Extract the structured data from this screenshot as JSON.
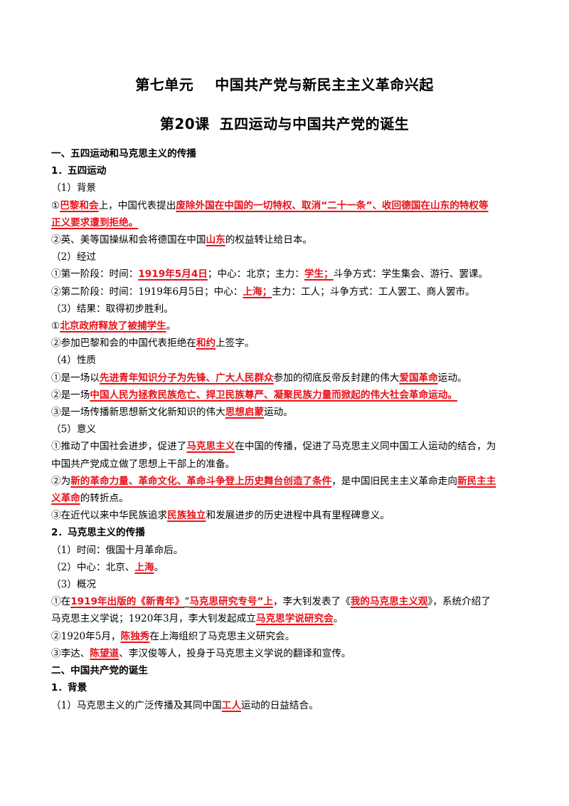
{
  "title": {
    "unit": "第七单元",
    "unit_name": "中国共产党与新民主主义革命兴起",
    "lesson": "第20课",
    "lesson_name": "五四运动与中国共产党的诞生"
  },
  "lines": [
    [
      {
        "t": "一、五四运动和马克思主义的传播",
        "s": "b"
      }
    ],
    [
      {
        "t": "1．五四运动",
        "s": "b"
      }
    ],
    [
      {
        "t": "（1）背景"
      }
    ],
    [
      {
        "t": "①"
      },
      {
        "t": "巴黎和会",
        "s": "k"
      },
      {
        "t": "上，中国代表提出"
      },
      {
        "t": "废除外国在中国的一切特权、取消“二十一条”、收回德国在山东的特权等",
        "s": "k"
      }
    ],
    [
      {
        "t": "正义要求遭到拒绝。",
        "s": "k"
      }
    ],
    [
      {
        "t": "②英、美等国操纵和会将德国在中国"
      },
      {
        "t": "山东",
        "s": "k"
      },
      {
        "t": "的权益转让给日本。"
      }
    ],
    [
      {
        "t": "（2）经过"
      }
    ],
    [
      {
        "t": "①第一阶段：时间："
      },
      {
        "t": "1919年5月4日",
        "s": "k"
      },
      {
        "t": "；中心：北京；主力："
      },
      {
        "t": "学生；",
        "s": "k"
      },
      {
        "t": "斗争方式：学生集会、游行、罢课。"
      }
    ],
    [
      {
        "t": "②第二阶段：时间：1919年6月5日；中心："
      },
      {
        "t": "上海；",
        "s": "k"
      },
      {
        "t": "主力：工人；斗争方式：工人罢工、商人罢市。"
      }
    ],
    [
      {
        "t": "（3）结果：取得初步胜利。"
      }
    ],
    [
      {
        "t": "①"
      },
      {
        "t": "北京政府释放了被捕学生",
        "s": "k"
      },
      {
        "t": "。"
      }
    ],
    [
      {
        "t": "②参加巴黎和会的中国代表拒绝在"
      },
      {
        "t": "和约",
        "s": "k"
      },
      {
        "t": "上签字。"
      }
    ],
    [
      {
        "t": "（4）性质"
      }
    ],
    [
      {
        "t": "①是一场以"
      },
      {
        "t": "先进青年知识分子为先锋、广大人民群众",
        "s": "k"
      },
      {
        "t": "参加的彻底反帝反封建的伟大"
      },
      {
        "t": "爱国革命",
        "s": "k"
      },
      {
        "t": "运动。"
      }
    ],
    [
      {
        "t": "②是一场"
      },
      {
        "t": "中国人民为拯救民族危亡、捍卫民族尊严、凝聚民族力量而掀起的伟大社会革命运动。",
        "s": "k"
      }
    ],
    [
      {
        "t": "③是一场传播新思想新文化新知识的伟大"
      },
      {
        "t": "思想启蒙",
        "s": "k"
      },
      {
        "t": "运动。"
      }
    ],
    [
      {
        "t": "（5）意义"
      }
    ],
    [
      {
        "t": "①推动了中国社会进步，促进了"
      },
      {
        "t": "马克思主义",
        "s": "k"
      },
      {
        "t": "在中国的传播，促进了马克思主义同中国工人运动的结合，为"
      }
    ],
    [
      {
        "t": "中国共产党成立做了思想上干部上的准备。"
      }
    ],
    [
      {
        "t": "②为"
      },
      {
        "t": "新的革命力量、革命文化、革命斗争登上历史舞台创造了条件",
        "s": "k"
      },
      {
        "t": "，是中国旧民主主义革命走向"
      },
      {
        "t": "新民主主",
        "s": "k"
      }
    ],
    [
      {
        "t": "义革命",
        "s": "k"
      },
      {
        "t": "的转折点。"
      }
    ],
    [
      {
        "t": "③在近代以来中华民族追求"
      },
      {
        "t": "民族独立",
        "s": "k"
      },
      {
        "t": "和发展进步的历史进程中具有里程碑意义。"
      }
    ],
    [
      {
        "t": "2．马克思主义的传播",
        "s": "b"
      }
    ],
    [
      {
        "t": "（1）时间：俄国十月革命后。"
      }
    ],
    [
      {
        "t": "（2）中心：北京、"
      },
      {
        "t": "上海",
        "s": "k"
      },
      {
        "t": "。"
      }
    ],
    [
      {
        "t": "（3）概况"
      }
    ],
    [
      {
        "t": "①在"
      },
      {
        "t": "1919年出版的《新青年》",
        "s": "k"
      },
      {
        "t": "“",
        "s": "u"
      },
      {
        "t": "马克思研究专号”上",
        "s": "k"
      },
      {
        "t": "，李大钊发表了《"
      },
      {
        "t": "我的马克思主义观",
        "s": "k"
      },
      {
        "t": "》，系统介绍了"
      }
    ],
    [
      {
        "t": "马克思主义学说；1920年3月，李大钊发起成立"
      },
      {
        "t": "马克思学说研究会",
        "s": "k"
      },
      {
        "t": "。"
      }
    ],
    [
      {
        "t": "②1920年5月，"
      },
      {
        "t": "陈独秀",
        "s": "k"
      },
      {
        "t": "在上海组织了马克思主义研究会。"
      }
    ],
    [
      {
        "t": "③李达、"
      },
      {
        "t": "陈望道",
        "s": "k"
      },
      {
        "t": "、李汉俊等人，投身于马克思主义学说的翻译和宣传。"
      }
    ],
    [
      {
        "t": "二、中国共产党的诞生",
        "s": "b"
      }
    ],
    [
      {
        "t": "1．背景",
        "s": "b"
      }
    ],
    [
      {
        "t": "（1）马克思主义的广泛传播及其同中国"
      },
      {
        "t": "工人",
        "s": "k"
      },
      {
        "t": "运动的日益结合。"
      }
    ]
  ]
}
